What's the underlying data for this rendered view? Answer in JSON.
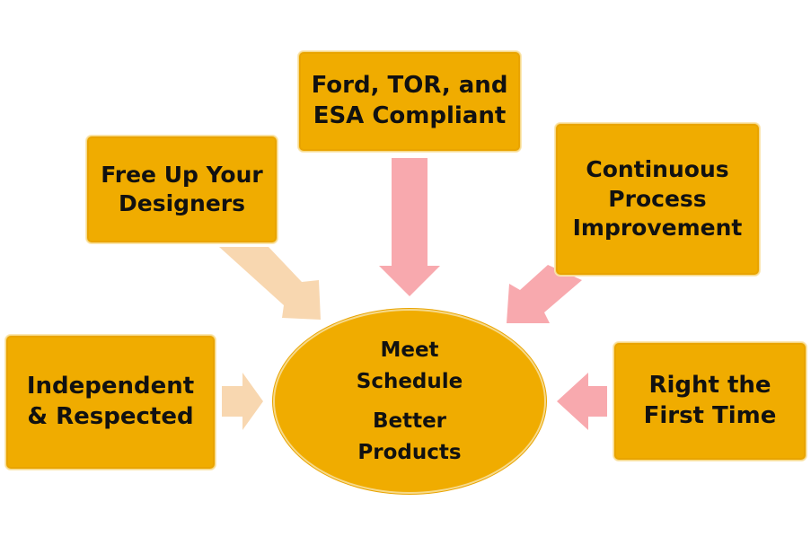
{
  "diagram": {
    "center": {
      "line1": "Meet\nSchedule",
      "line2": "Better\nProducts"
    },
    "boxes": {
      "ford": "Ford, TOR, and\nESA Compliant",
      "free": "Free Up Your\nDesigners",
      "cpi": "Continuous\nProcess\nImprovement",
      "independent": "Independent\n& Respected",
      "right_first_time": "Right the\nFirst Time"
    },
    "colors": {
      "box_fill": "#f0ac00",
      "arrow_pink": "#f8a9ae",
      "arrow_peach": "#f8d7b0"
    }
  }
}
